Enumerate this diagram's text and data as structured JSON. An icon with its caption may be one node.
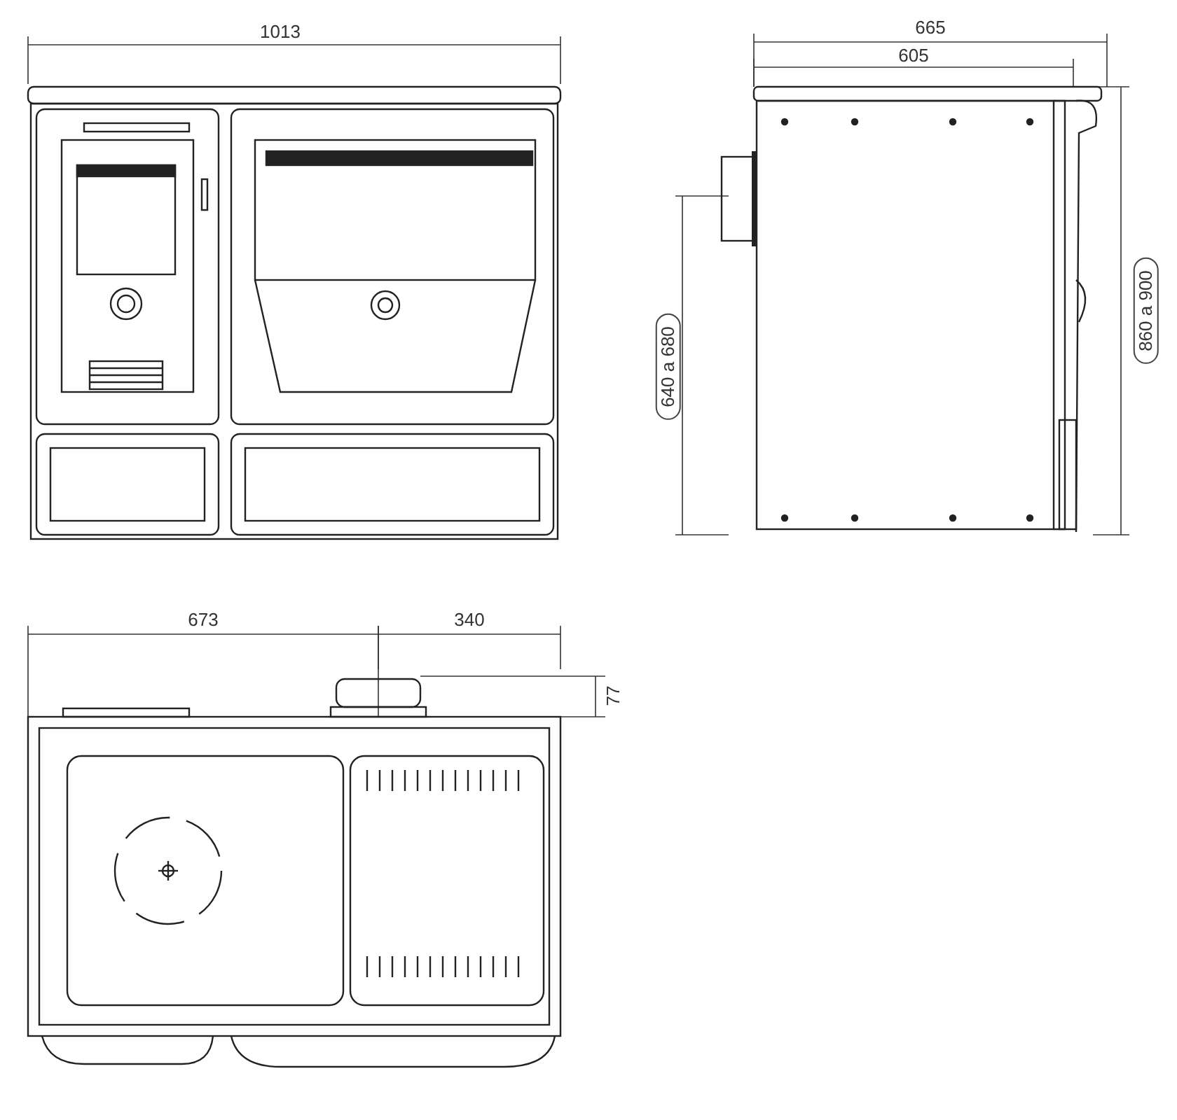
{
  "diagram": {
    "labels": [
      "1013",
      "665",
      "605",
      "640 a 680",
      "860 a 900",
      "673",
      "340",
      "77"
    ]
  }
}
